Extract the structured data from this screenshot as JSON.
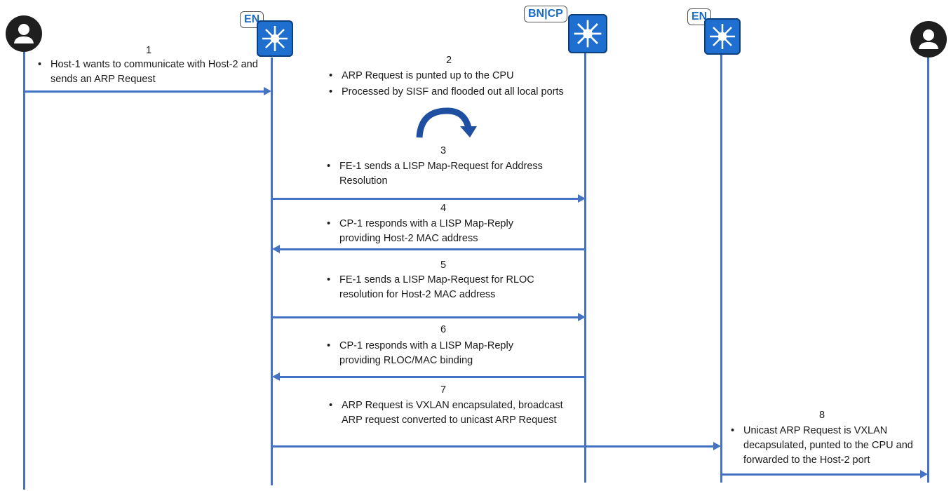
{
  "colors": {
    "line": "#4472c4",
    "switch": "#1e6fd0",
    "badge_text": "#1a6cc8",
    "host": "#1f1f1f"
  },
  "badges": {
    "en1": "EN",
    "bncp": "BN|CP",
    "en2": "EN"
  },
  "icons": {
    "host1": "user-icon",
    "en1": "switch-icon",
    "bncp": "switch-icon",
    "en2": "switch-icon",
    "host2": "user-icon",
    "loop": "curved-arrow-icon"
  },
  "steps": [
    {
      "n": "1",
      "lines": [
        "Host-1 wants to communicate with Host-2 and sends an ARP Request"
      ]
    },
    {
      "n": "2",
      "lines": [
        "ARP Request is punted up to the CPU",
        "Processed by SISF and flooded out all local ports"
      ]
    },
    {
      "n": "3",
      "lines": [
        "FE-1 sends a LISP Map-Request for Address Resolution"
      ]
    },
    {
      "n": "4",
      "lines": [
        "CP-1 responds with a LISP Map-Reply providing Host-2 MAC address"
      ]
    },
    {
      "n": "5",
      "lines": [
        "FE-1 sends a LISP Map-Request for RLOC resolution for Host-2 MAC address"
      ]
    },
    {
      "n": "6",
      "lines": [
        "CP-1 responds with a LISP Map-Reply providing RLOC/MAC binding"
      ]
    },
    {
      "n": "7",
      "lines": [
        "ARP Request is VXLAN encapsulated, broadcast ARP request converted to unicast ARP Request"
      ]
    },
    {
      "n": "8",
      "lines": [
        "Unicast ARP Request is VXLAN decapsulated, punted to the CPU and forwarded to the Host-2 port"
      ]
    }
  ]
}
